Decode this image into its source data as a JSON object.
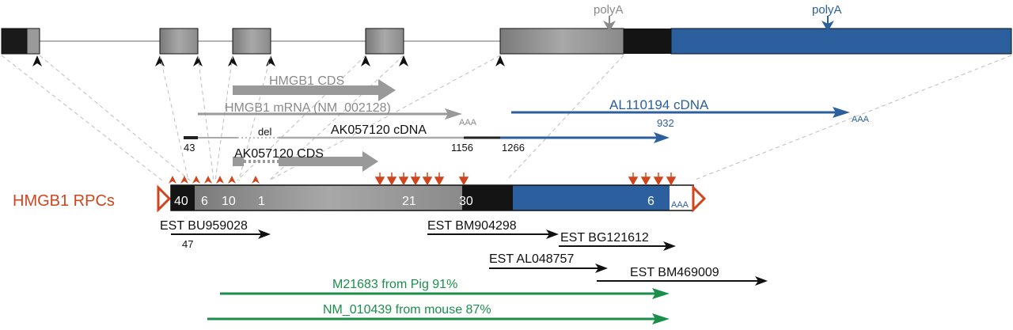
{
  "gene_structure": {
    "polya_labels": [
      "polyA",
      "polyA"
    ]
  },
  "transcripts": {
    "hmgb1_cds": "HMGB1 CDS",
    "hmgb1_mrna": "HMGB1 mRNA (NM_002128)",
    "hmgb1_mrna_tail": "AAA",
    "al110194": "AL110194 cDNA",
    "al110194_tail": "AAA",
    "al110194_pos": "932",
    "ak057120": "AK057120 cDNA",
    "ak057120_del": "del",
    "ak057120_pos_start": "43",
    "ak057120_pos_1156": "1156",
    "ak057120_pos_1266": "1266",
    "ak057120_cds": "AK057120 CDS"
  },
  "rpcs": {
    "label": "HMGB1 RPCs",
    "counts": [
      "40",
      "6",
      "10",
      "1",
      "21",
      "30",
      "6"
    ],
    "tail": "AAA"
  },
  "ests": {
    "bu959028": "EST BU959028",
    "bu959028_pos": "47",
    "bm904298": "EST BM904298",
    "bg121612": "EST BG121612",
    "al048757": "EST AL048757",
    "bm469009": "EST BM469009"
  },
  "orthologs": {
    "pig": "M21683 from Pig 91%",
    "mouse": "NM_010439 from mouse 87%"
  },
  "colors": {
    "gray_label": "#8a8a8a",
    "gray_arrow": "#999999",
    "blue": "#2c5f9e",
    "green": "#1a8f4a",
    "red": "#d0451e",
    "exon_gray": "#9a9a9a",
    "black": "#111111"
  }
}
